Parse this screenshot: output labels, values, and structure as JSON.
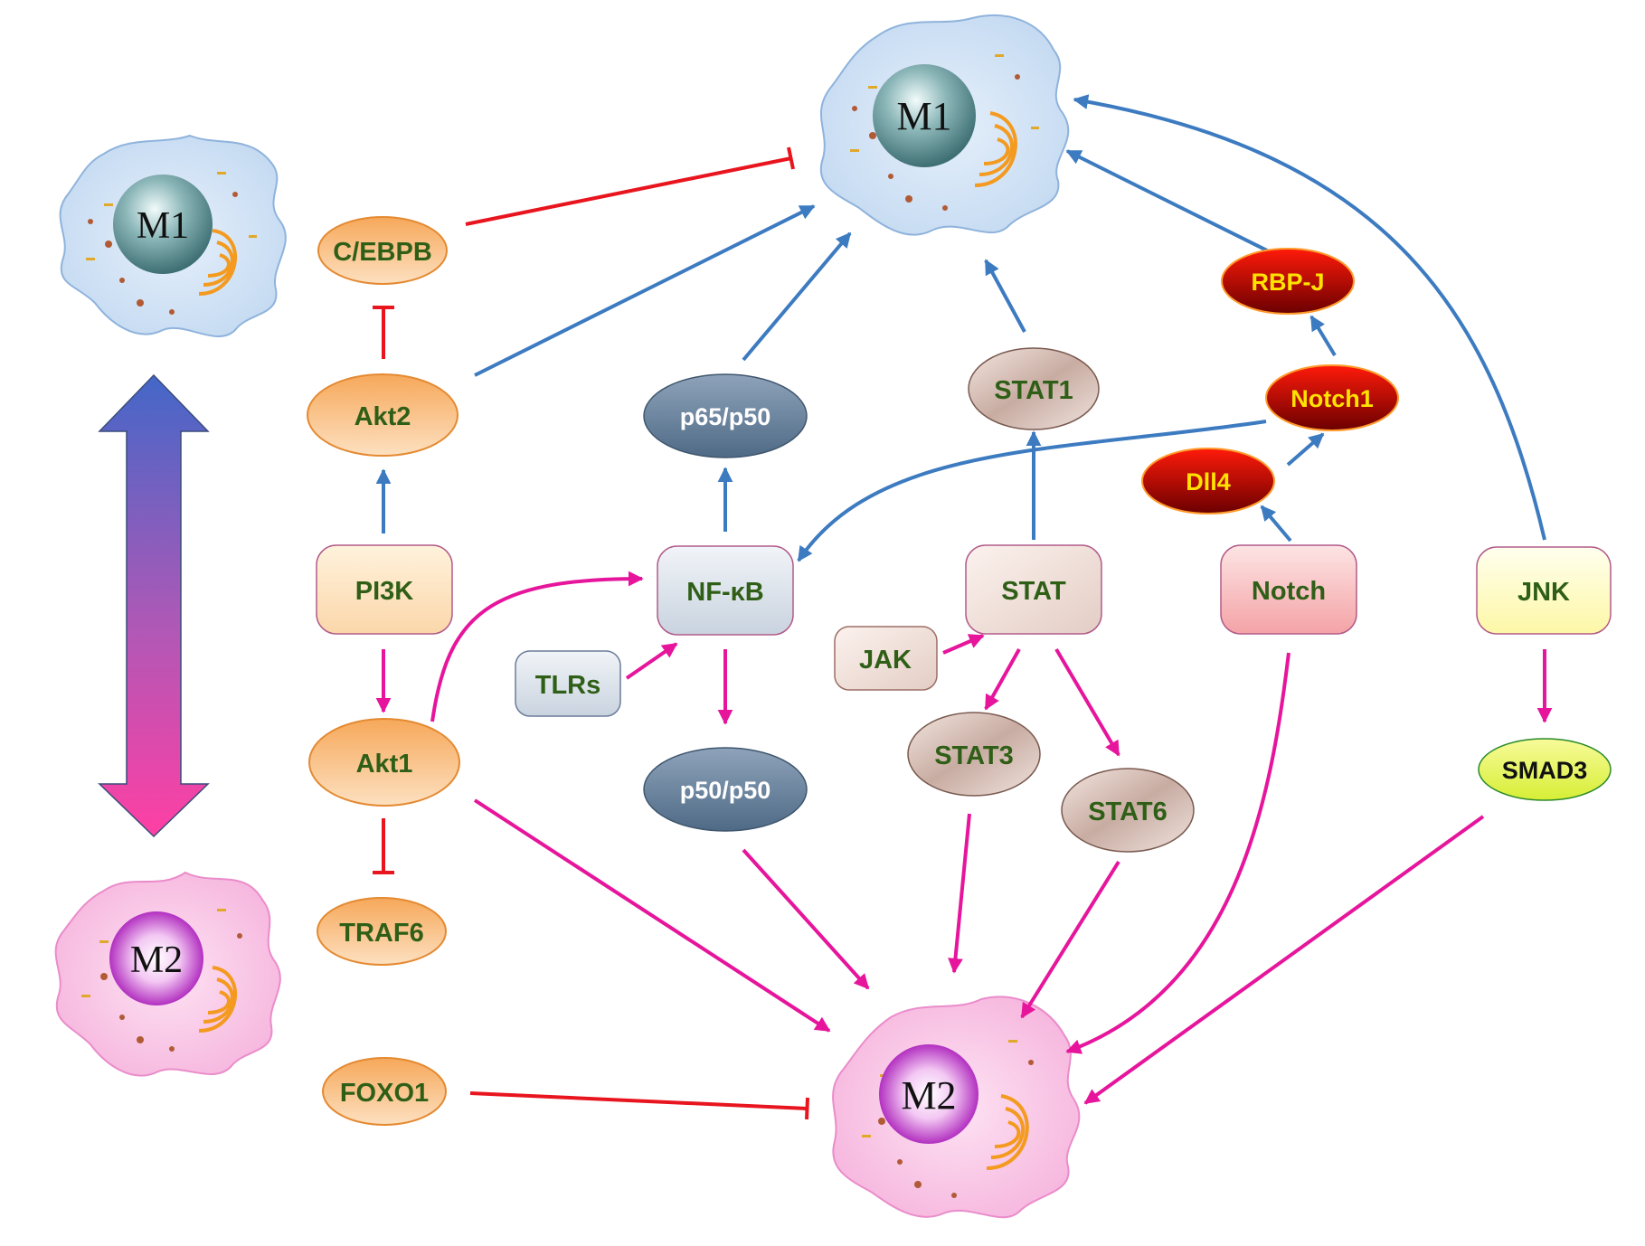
{
  "cells": {
    "m1_left": "M1",
    "m2_left": "M2",
    "m1_center": "M1",
    "m2_center": "M2"
  },
  "nodes": {
    "cebpb": "C/EBPB",
    "akt2": "Akt2",
    "pi3k": "PI3K",
    "akt1": "Akt1",
    "traf6": "TRAF6",
    "foxo1": "FOXO1",
    "p65p50": "p65/p50",
    "nfkb": "NF-κB",
    "tlrs": "TLRs",
    "p50p50": "p50/p50",
    "stat1": "STAT1",
    "stat": "STAT",
    "jak": "JAK",
    "stat3": "STAT3",
    "stat6": "STAT6",
    "rbpj": "RBP-J",
    "notch1": "Notch1",
    "dll4": "Dll4",
    "notch": "Notch",
    "jnk": "JNK",
    "smad3": "SMAD3"
  },
  "colors": {
    "m1_arrow": "#3d7bc1",
    "m2_arrow": "#e6159c",
    "inhibit": "#e8141e",
    "label_green": "#2f5f17",
    "label_yellow": "#ffe200"
  }
}
